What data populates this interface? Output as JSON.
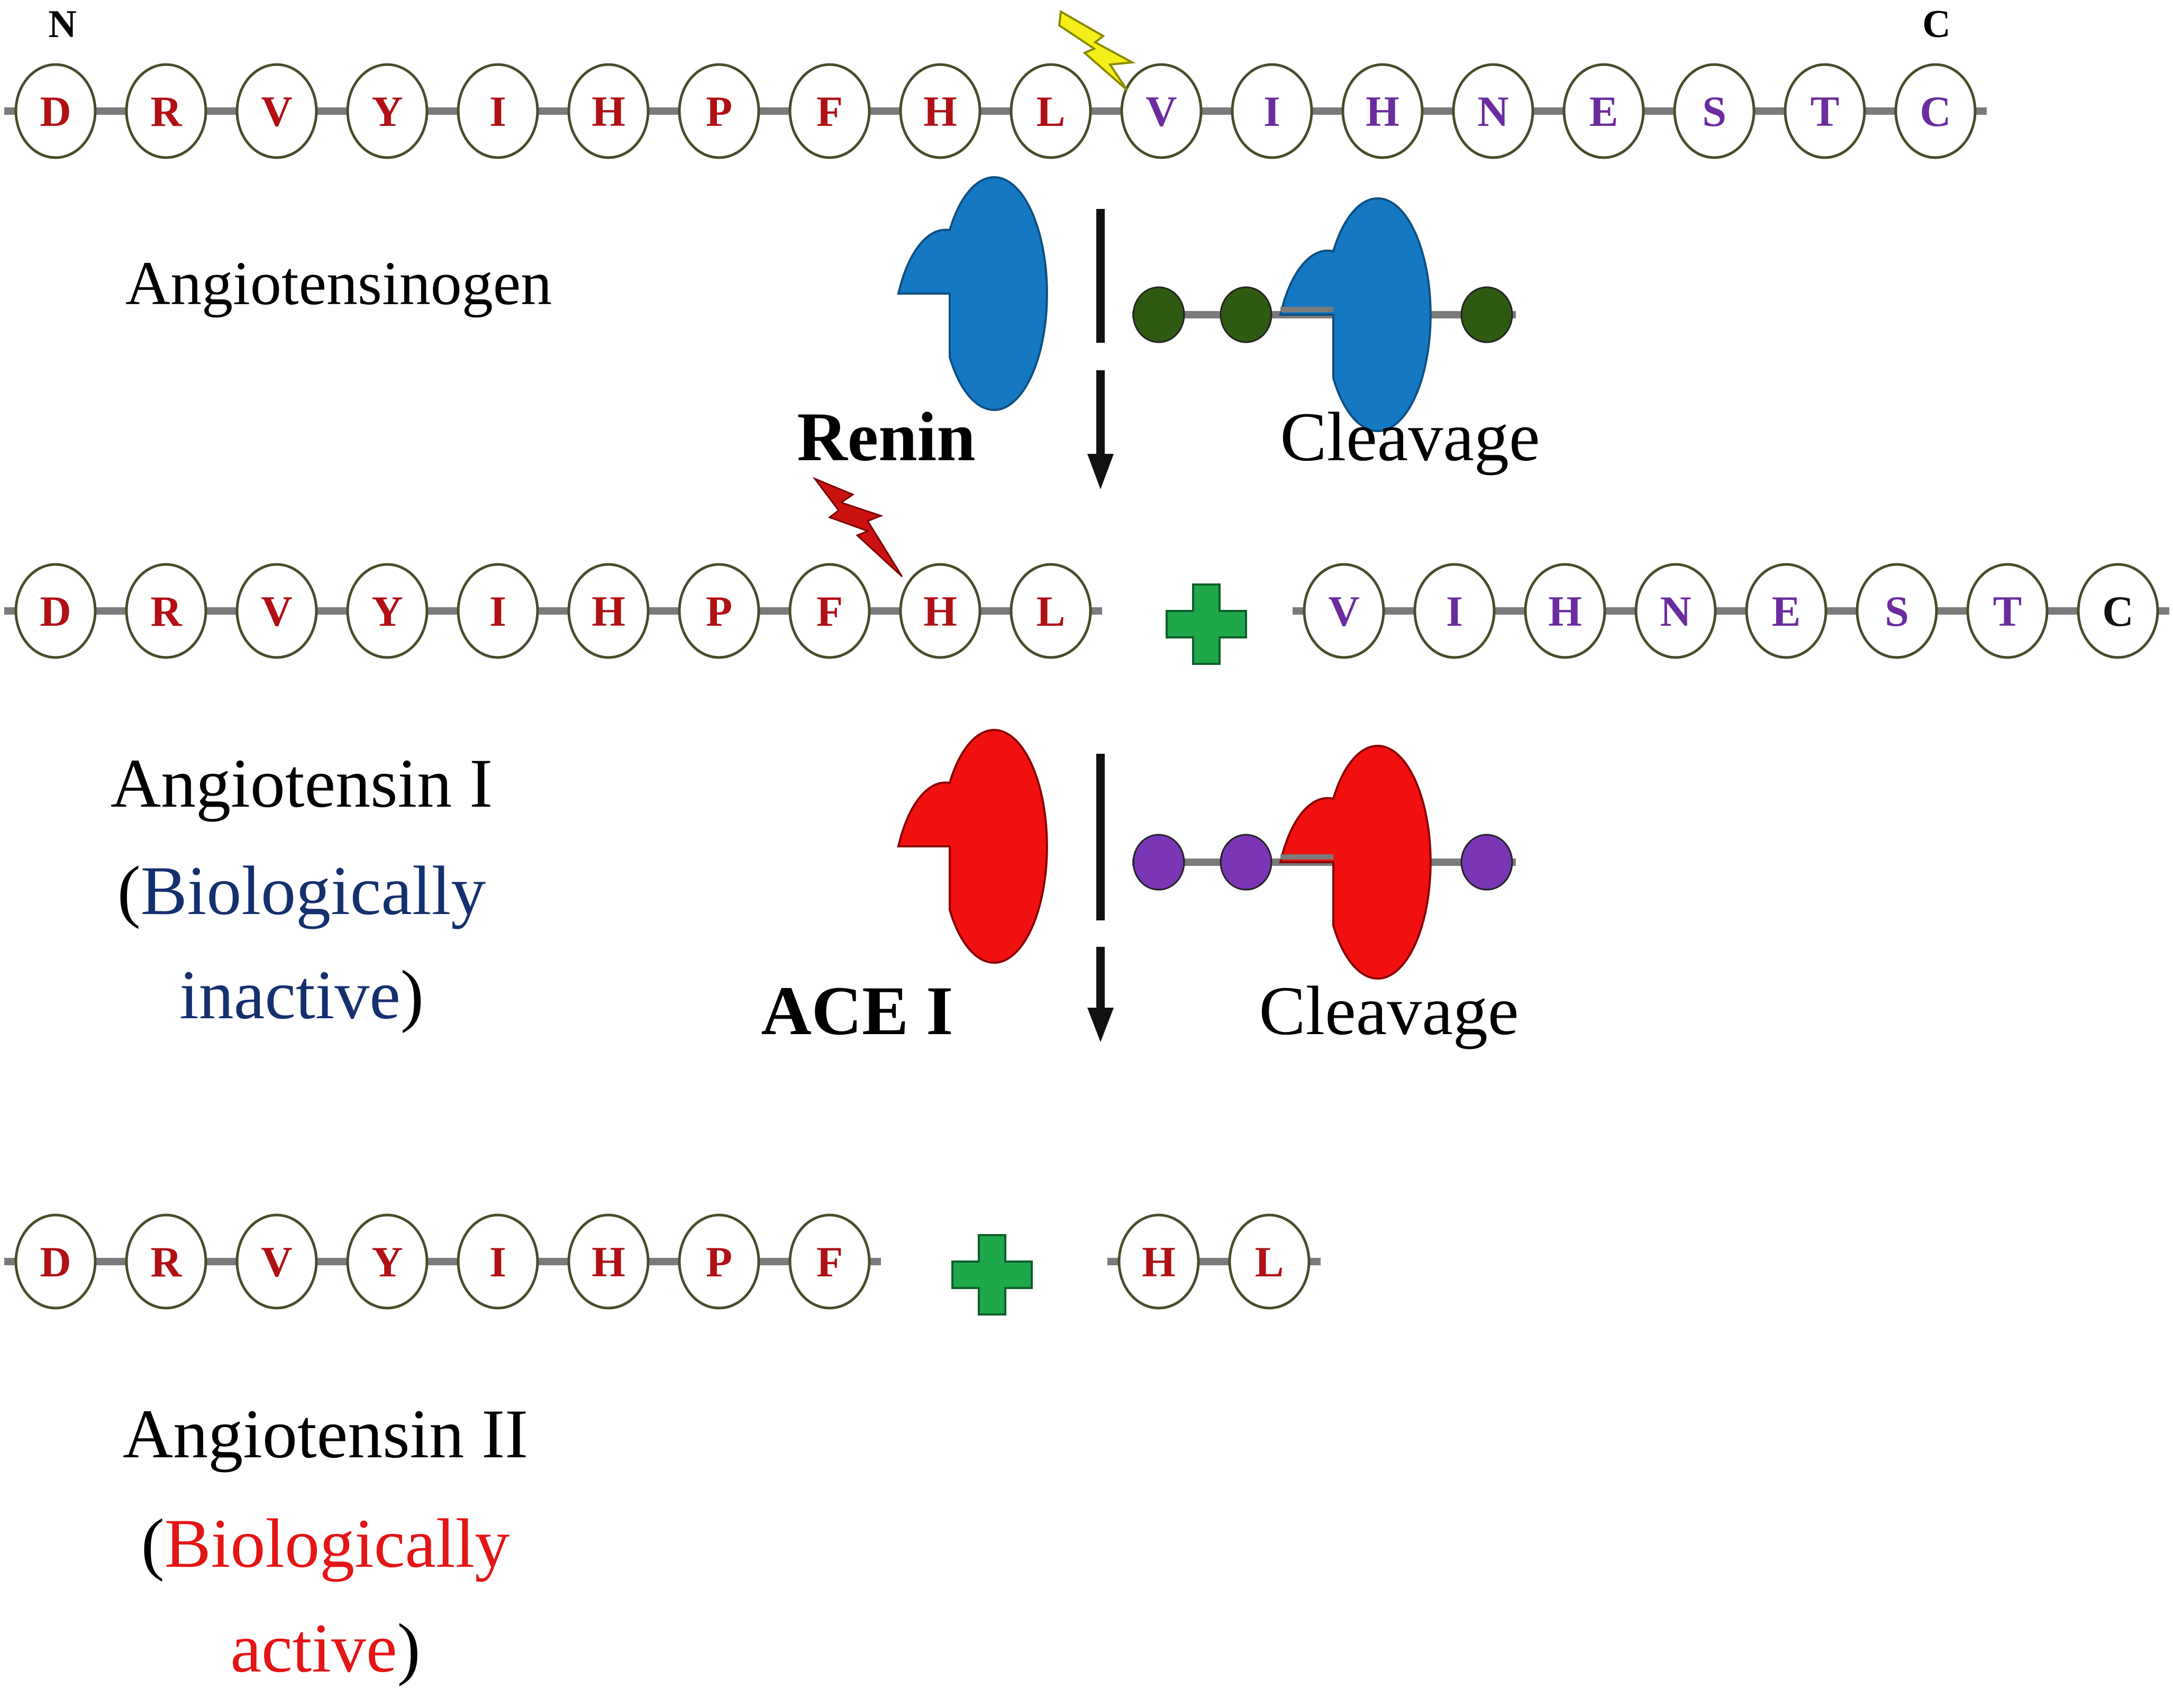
{
  "colors": {
    "red_residue": "#b01016",
    "purple_residue": "#6a2c9e",
    "black": "#111111",
    "circle_fill": "#ffffff",
    "circle_stroke": "#4b4b2a",
    "bond": "#7b7b7b",
    "renin_blue": "#1578c2",
    "ace_red": "#f01010",
    "green_bead": "#2f5a12",
    "purple_bead": "#7a35b5",
    "plus_green": "#1fa84a",
    "bolt_yellow": "#f5ee1a",
    "bolt_red": "#cc1111",
    "inactive_blue": "#14306e",
    "active_red": "#e31515"
  },
  "termini": {
    "n": "N",
    "c": "C"
  },
  "chains": {
    "angiotensinogen": [
      {
        "res": "D",
        "group": "red"
      },
      {
        "res": "R",
        "group": "red"
      },
      {
        "res": "V",
        "group": "red"
      },
      {
        "res": "Y",
        "group": "red"
      },
      {
        "res": "I",
        "group": "red"
      },
      {
        "res": "H",
        "group": "red"
      },
      {
        "res": "P",
        "group": "red"
      },
      {
        "res": "F",
        "group": "red"
      },
      {
        "res": "H",
        "group": "red"
      },
      {
        "res": "L",
        "group": "red"
      },
      {
        "res": "V",
        "group": "purple"
      },
      {
        "res": "I",
        "group": "purple"
      },
      {
        "res": "H",
        "group": "purple"
      },
      {
        "res": "N",
        "group": "purple"
      },
      {
        "res": "E",
        "group": "purple"
      },
      {
        "res": "S",
        "group": "purple"
      },
      {
        "res": "T",
        "group": "purple"
      },
      {
        "res": "C",
        "group": "purple"
      }
    ],
    "angiotensin_1": [
      {
        "res": "D",
        "group": "red"
      },
      {
        "res": "R",
        "group": "red"
      },
      {
        "res": "V",
        "group": "red"
      },
      {
        "res": "Y",
        "group": "red"
      },
      {
        "res": "I",
        "group": "red"
      },
      {
        "res": "H",
        "group": "red"
      },
      {
        "res": "P",
        "group": "red"
      },
      {
        "res": "F",
        "group": "red"
      },
      {
        "res": "H",
        "group": "red"
      },
      {
        "res": "L",
        "group": "red"
      }
    ],
    "released_fragment": [
      {
        "res": "V",
        "group": "purple"
      },
      {
        "res": "I",
        "group": "purple"
      },
      {
        "res": "H",
        "group": "purple"
      },
      {
        "res": "N",
        "group": "purple"
      },
      {
        "res": "E",
        "group": "purple"
      },
      {
        "res": "S",
        "group": "purple"
      },
      {
        "res": "T",
        "group": "purple"
      },
      {
        "res": "C",
        "group": "black"
      }
    ],
    "angiotensin_2": [
      {
        "res": "D",
        "group": "red"
      },
      {
        "res": "R",
        "group": "red"
      },
      {
        "res": "V",
        "group": "red"
      },
      {
        "res": "Y",
        "group": "red"
      },
      {
        "res": "I",
        "group": "red"
      },
      {
        "res": "H",
        "group": "red"
      },
      {
        "res": "P",
        "group": "red"
      },
      {
        "res": "F",
        "group": "red"
      }
    ],
    "dipeptide": [
      {
        "res": "H",
        "group": "red"
      },
      {
        "res": "L",
        "group": "red"
      }
    ]
  },
  "labels": {
    "angiotensinogen": "Angiotensinogen",
    "renin": "Renin",
    "cleavage_1": "Cleavage",
    "angiotensin_1_line1": "Angiotensin I",
    "angiotensin_1_open": "(",
    "angiotensin_1_state_a": "Biologically",
    "angiotensin_1_state_b": "inactive",
    "angiotensin_1_close": ")",
    "ace": "ACE I",
    "cleavage_2": "Cleavage",
    "angiotensin_2_line1": "Angiotensin II",
    "angiotensin_2_open": "(",
    "angiotensin_2_state_a": "Biologically",
    "angiotensin_2_state_b": "active",
    "angiotensin_2_close": ")"
  },
  "icons": {
    "renin_enzyme": "pacman-enzyme-icon",
    "ace_enzyme": "pacman-enzyme-icon",
    "cleavage_bolt": "lightning-bolt-icon",
    "plus": "plus-icon",
    "arrow": "down-arrow-icon"
  }
}
